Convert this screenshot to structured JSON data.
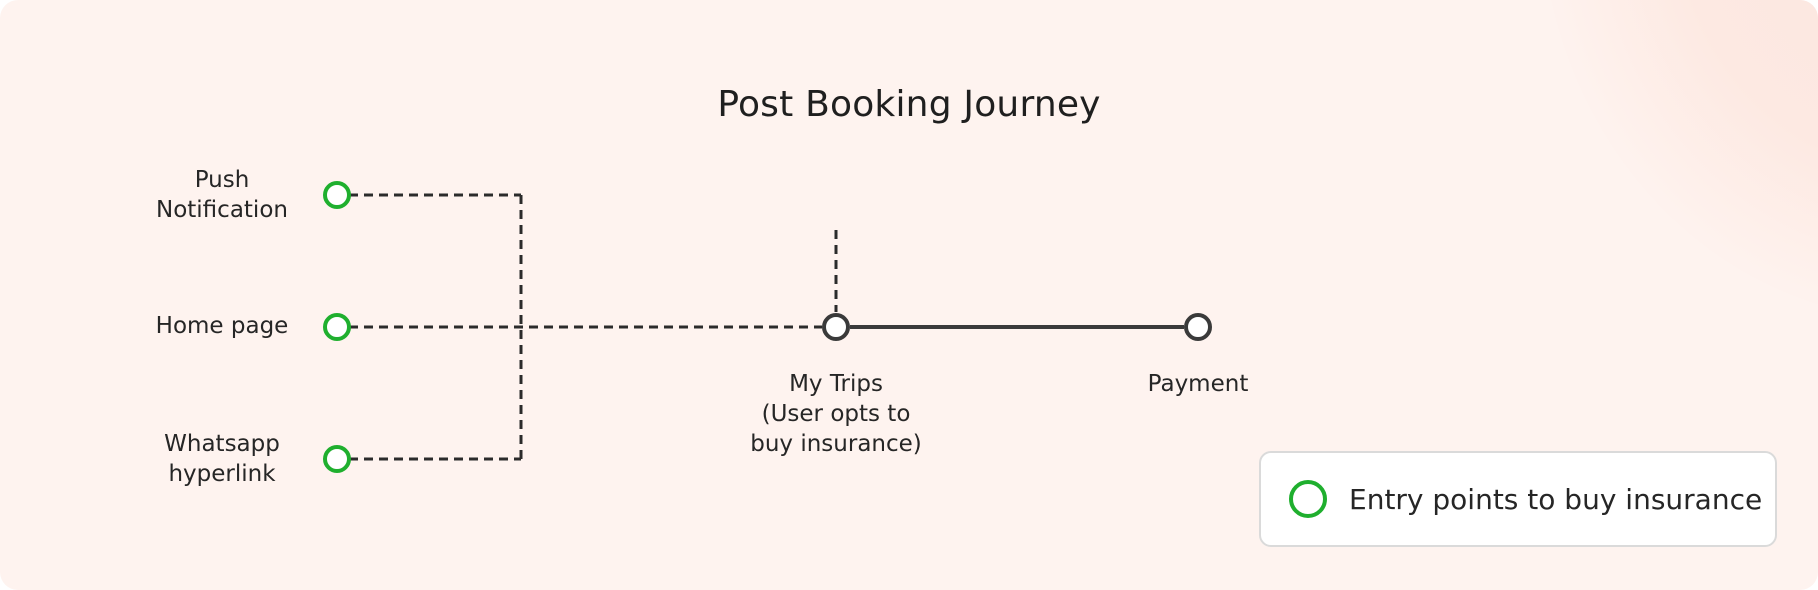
{
  "diagram": {
    "title": "Post Booking Journey",
    "entry_points": [
      {
        "id": "push",
        "label": "Push\nNotification"
      },
      {
        "id": "home",
        "label": "Home page"
      },
      {
        "id": "whatsapp",
        "label": "Whatsapp\nhyperlink"
      }
    ],
    "steps": [
      {
        "id": "my-trips",
        "label": "My Trips\n(User opts to\nbuy insurance)"
      },
      {
        "id": "payment",
        "label": "Payment"
      }
    ],
    "legend": {
      "label": "Entry points to buy insurance"
    },
    "colors": {
      "background": "#fef3ef",
      "entry_point": "#1faf2e",
      "step": "#3a3a3a",
      "connector": "#2b2b2b",
      "text": "#262626"
    }
  }
}
